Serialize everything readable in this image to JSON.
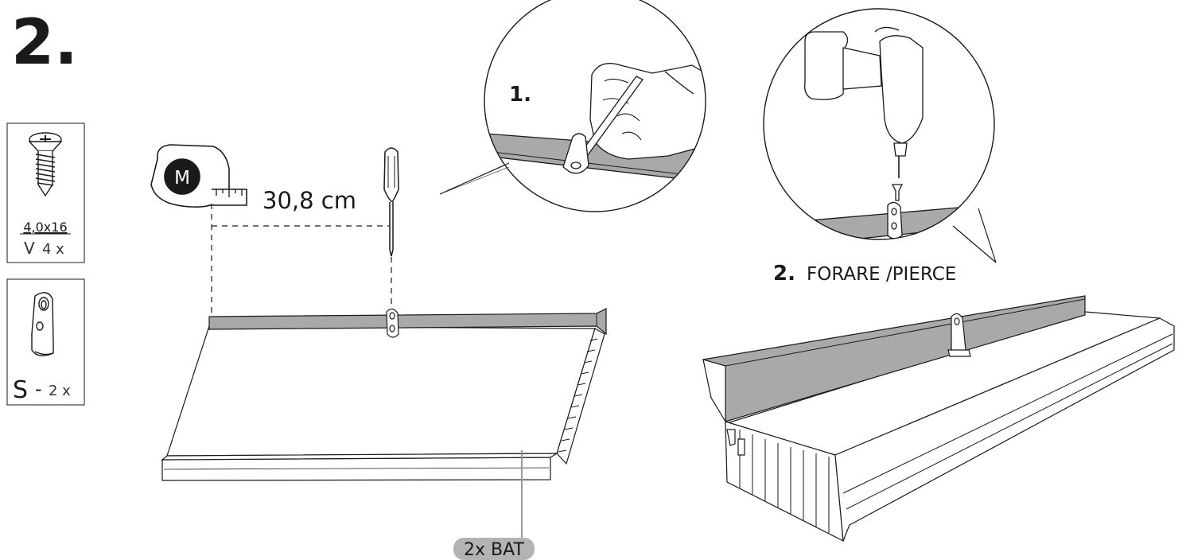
{
  "step_number": "2.",
  "parts": {
    "screw": {
      "icon": "countersunk-screw-icon",
      "size": "4,0x16",
      "code": "V",
      "count": "4 x"
    },
    "bracket": {
      "icon": "mounting-bracket-icon",
      "code": "S",
      "separator": "-",
      "count": "2 x"
    }
  },
  "measure": {
    "tape_letter": "M",
    "distance": "30,8 cm"
  },
  "detail_1": {
    "label": "1."
  },
  "detail_2": {
    "number": "2.",
    "label": "FORARE /PIERCE"
  },
  "callout": {
    "label": "2x BAT"
  },
  "colors": {
    "line": "#1a1a1a",
    "rail": "#a9a9a9",
    "rail_dark": "#8c8c8c",
    "callout_bg": "#b3b3b3",
    "callout_line": "#9a9a9a"
  }
}
